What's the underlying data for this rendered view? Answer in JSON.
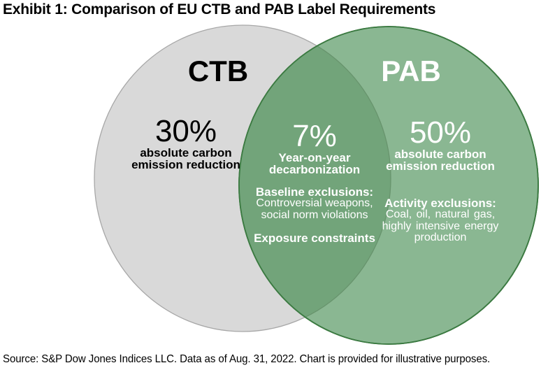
{
  "title": "Exhibit 1: Comparison of EU CTB and PAB Label Requirements",
  "source_note": "Source: S&P Dow Jones Indices LLC. Data as of Aug. 31, 2022. Chart is provided for illustrative purposes.",
  "colors": {
    "gray_fill": "#d9d9d9",
    "gray_stroke": "#a7a7a7",
    "green_fill": "#8ab792",
    "green_stroke": "#3b7a41",
    "overlap_fill": "#72a47a",
    "overlap_arc": "#68946d",
    "dark_text": "#000000",
    "light_text": "#ffffff"
  },
  "chart_data": {
    "type": "venn",
    "title": "Exhibit 1: Comparison of EU CTB and PAB Label Requirements",
    "sets": [
      {
        "label": "CTB",
        "value": "30%",
        "description": "absolute carbon emission reduction"
      },
      {
        "label": "PAB",
        "value": "50%",
        "description": "absolute carbon emission reduction"
      }
    ],
    "intersection": {
      "value": "7%",
      "description": "Year-on-year decarbonization; Baseline exclusions: Controversial weapons, social norm violations; Exposure constraints"
    }
  },
  "venn": {
    "left": {
      "label": "CTB",
      "headline": "30%",
      "sublines": [
        "absolute carbon",
        "emission reduction"
      ]
    },
    "middle": {
      "headline": "7%",
      "sublines": [
        "Year-on-year",
        "decarbonization"
      ],
      "sections": [
        {
          "heading": "Baseline exclusions:",
          "lines": [
            "Controversial weapons,",
            "social norm violations"
          ]
        },
        {
          "heading": "Exposure constraints"
        }
      ]
    },
    "right": {
      "label": "PAB",
      "headline": "50%",
      "sublines": [
        "absolute carbon",
        "emission reduction"
      ],
      "sections": [
        {
          "heading": "Activity exclusions:",
          "lines": [
            "Coal, oil, natural gas,",
            "highly intensive energy",
            "production"
          ]
        }
      ]
    }
  }
}
